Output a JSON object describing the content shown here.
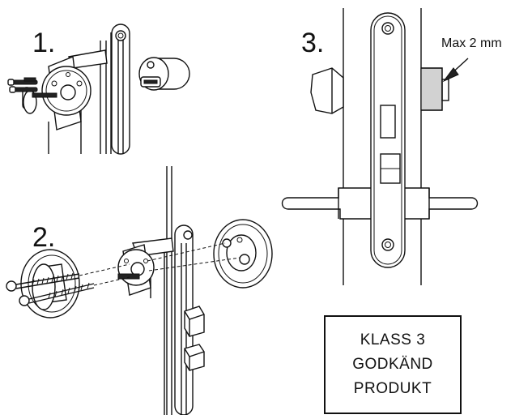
{
  "steps": {
    "step1": "1.",
    "step2": "2.",
    "step3": "3."
  },
  "callout": {
    "max_gap": "Max 2 mm"
  },
  "certification": {
    "line1": "KLASS 3",
    "line2": "GODKÄND",
    "line3": "PRODUKT"
  },
  "colors": {
    "ink": "#111111",
    "shade": "#d2d2d2",
    "background": "#ffffff"
  }
}
